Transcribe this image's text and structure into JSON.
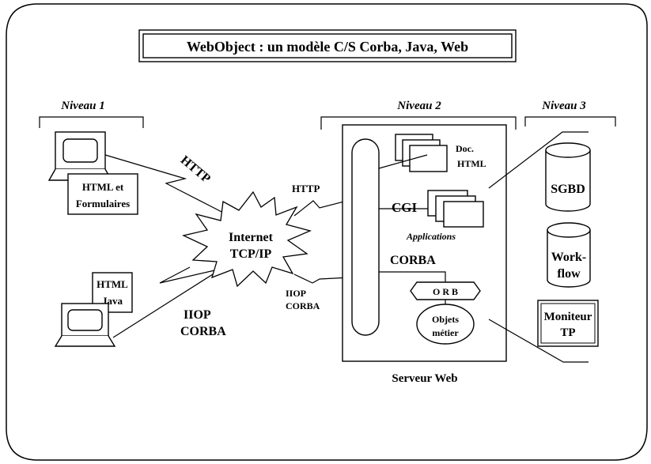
{
  "title": "WebObject : un modèle C/S Corba, Java, Web",
  "levels": {
    "n1": "Niveau 1",
    "n2": "Niveau 2",
    "n3": "Niveau 3"
  },
  "client1": {
    "line1": "HTML et",
    "line2": "Formulaires"
  },
  "client2": {
    "line1": "HTML",
    "line2": "Java"
  },
  "http_big": "HTTP",
  "internet": {
    "line1": "Internet",
    "line2": "TCP/IP"
  },
  "iiop_big": {
    "line1": "IIOP",
    "line2": "CORBA"
  },
  "http_small": "HTTP",
  "iiop_small": {
    "line1": "IIOP",
    "line2": "CORBA"
  },
  "server": {
    "doc": {
      "line1": "Doc.",
      "line2": "HTML"
    },
    "cgi": "CGI",
    "applications": "Applications",
    "corba": "CORBA",
    "orb": "O R B",
    "objets": {
      "line1": "Objets",
      "line2": "métier"
    },
    "label": "Serveur Web"
  },
  "sgbd": "SGBD",
  "workflow": {
    "line1": "Work-",
    "line2": "flow"
  },
  "moniteur": {
    "line1": "Moniteur",
    "line2": "TP"
  }
}
